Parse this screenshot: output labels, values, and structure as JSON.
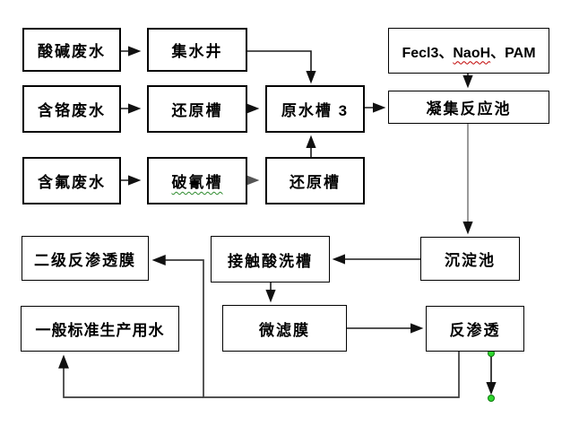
{
  "diagram": {
    "boxes": {
      "acid_alkali": {
        "label": "酸碱废水"
      },
      "collection_well": {
        "label": "集水井"
      },
      "chromium_waste": {
        "label": "含铬废水"
      },
      "reduction_tank_1": {
        "label": "还原槽"
      },
      "raw_water_tank": {
        "label": "原水槽 3"
      },
      "fluoride_waste": {
        "label": "含氟废水"
      },
      "cyanide_breaking": {
        "label": "破氰槽"
      },
      "reduction_tank_2": {
        "label": "还原槽"
      },
      "chemicals": {
        "part1": "Fecl3、",
        "part2": "NaoH",
        "part3": "、PAM"
      },
      "coagulation": {
        "label": "凝集反应池"
      },
      "sedimentation": {
        "label": "沉淀池"
      },
      "contact_pickling": {
        "label": "接触酸洗槽"
      },
      "secondary_ro": {
        "label": "二级反渗透膜"
      },
      "microfiltration": {
        "label": "微滤膜"
      },
      "reverse_osmosis": {
        "label": "反渗透"
      },
      "production_water": {
        "label": "一般标准生产用水"
      }
    },
    "colors": {
      "line": "#1a1a1a",
      "gray_line": "#808080",
      "return_line": "#3a3a3a",
      "handle_green_fill": "#2ed52e",
      "handle_green_stroke": "#0e7a0e",
      "spellcheck_red": "#c00000",
      "grammar_green": "#2e8b2e"
    }
  }
}
